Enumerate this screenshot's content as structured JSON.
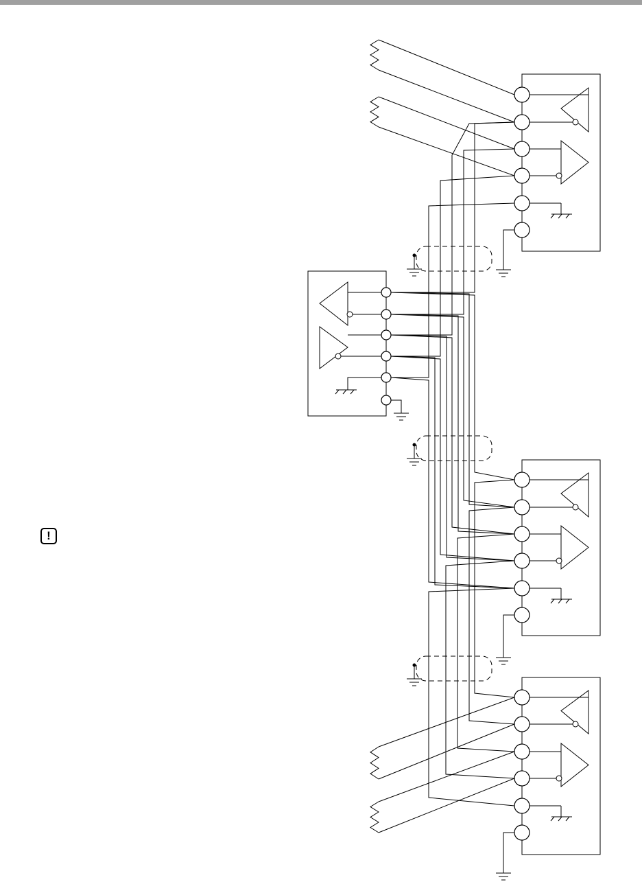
{
  "figure": {
    "top_rule_color": "#a0a0a0",
    "line_color": "#000000",
    "background": "#ffffff",
    "notice_icon": {
      "name": "warning-notice-icon",
      "glyph": "!"
    },
    "devices": [
      {
        "name": "device-top",
        "role": "terminal",
        "cable_ends": "free"
      },
      {
        "name": "device-host",
        "role": "host"
      },
      {
        "name": "device-middle",
        "role": "node"
      },
      {
        "name": "device-bottom",
        "role": "terminal",
        "cable_ends": "free"
      }
    ],
    "terminals_per_device": 6,
    "drivers_per_device": 2,
    "shield_groups": 3
  }
}
